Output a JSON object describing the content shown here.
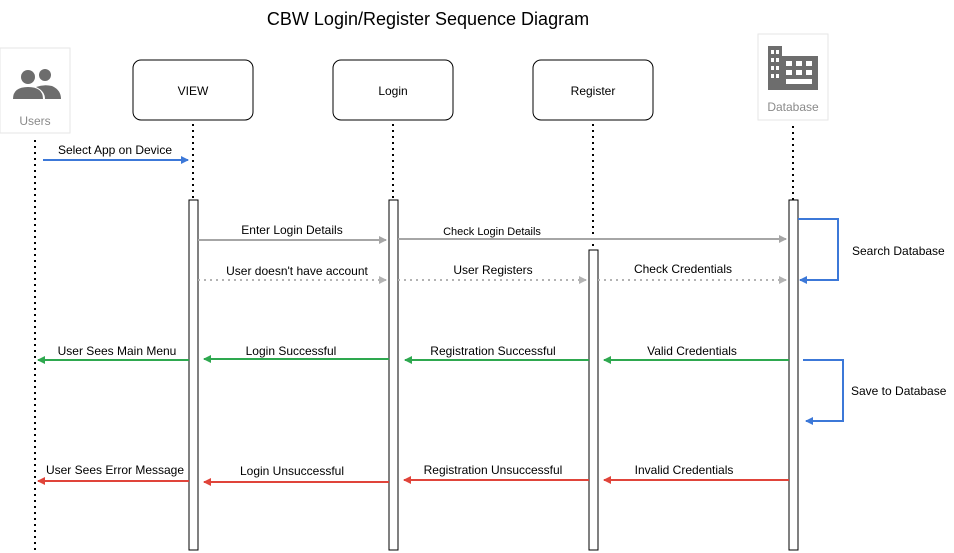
{
  "title": "CBW Login/Register Sequence Diagram",
  "colors": {
    "blue": "#3c78d8",
    "gray": "#a6a6a6",
    "dotted": "#b3b3b3",
    "green": "#2ea84f",
    "red": "#e0443a",
    "icon": "#6d6d6d"
  },
  "participants": [
    {
      "id": "users",
      "label": "Users",
      "kind": "actor",
      "icon": "users-icon"
    },
    {
      "id": "view",
      "label": "VIEW",
      "kind": "box"
    },
    {
      "id": "login",
      "label": "Login",
      "kind": "box"
    },
    {
      "id": "register",
      "label": "Register",
      "kind": "box"
    },
    {
      "id": "database",
      "label": "Database",
      "kind": "actor",
      "icon": "building-icon"
    }
  ],
  "messages": [
    {
      "label": "Select App on Device",
      "from": "users",
      "to": "view",
      "style": "blue"
    },
    {
      "label": "Enter Login Details",
      "from": "view",
      "to": "login",
      "style": "gray"
    },
    {
      "label": "Check Login Details",
      "from": "login",
      "to": "database",
      "style": "gray"
    },
    {
      "label": "Search Database",
      "from": "database",
      "to": "database",
      "style": "blue-self"
    },
    {
      "label": "User doesn't have account",
      "from": "view",
      "to": "login",
      "style": "dotted"
    },
    {
      "label": "User Registers",
      "from": "login",
      "to": "register",
      "style": "dotted"
    },
    {
      "label": "Check Credentials",
      "from": "register",
      "to": "database",
      "style": "dotted"
    },
    {
      "label": "Valid Credentials",
      "from": "database",
      "to": "register",
      "style": "green"
    },
    {
      "label": "Registration Successful",
      "from": "register",
      "to": "login",
      "style": "green"
    },
    {
      "label": "Login Successful",
      "from": "login",
      "to": "view",
      "style": "green"
    },
    {
      "label": "User Sees Main Menu",
      "from": "view",
      "to": "users",
      "style": "green"
    },
    {
      "label": "Save to Database",
      "from": "database",
      "to": "database",
      "style": "blue-self"
    },
    {
      "label": "Invalid Credentials",
      "from": "database",
      "to": "register",
      "style": "red"
    },
    {
      "label": "Registration Unsuccessful",
      "from": "register",
      "to": "login",
      "style": "red"
    },
    {
      "label": "Login Unsuccessful",
      "from": "login",
      "to": "view",
      "style": "red"
    },
    {
      "label": "User Sees Error Message",
      "from": "view",
      "to": "users",
      "style": "red"
    }
  ]
}
